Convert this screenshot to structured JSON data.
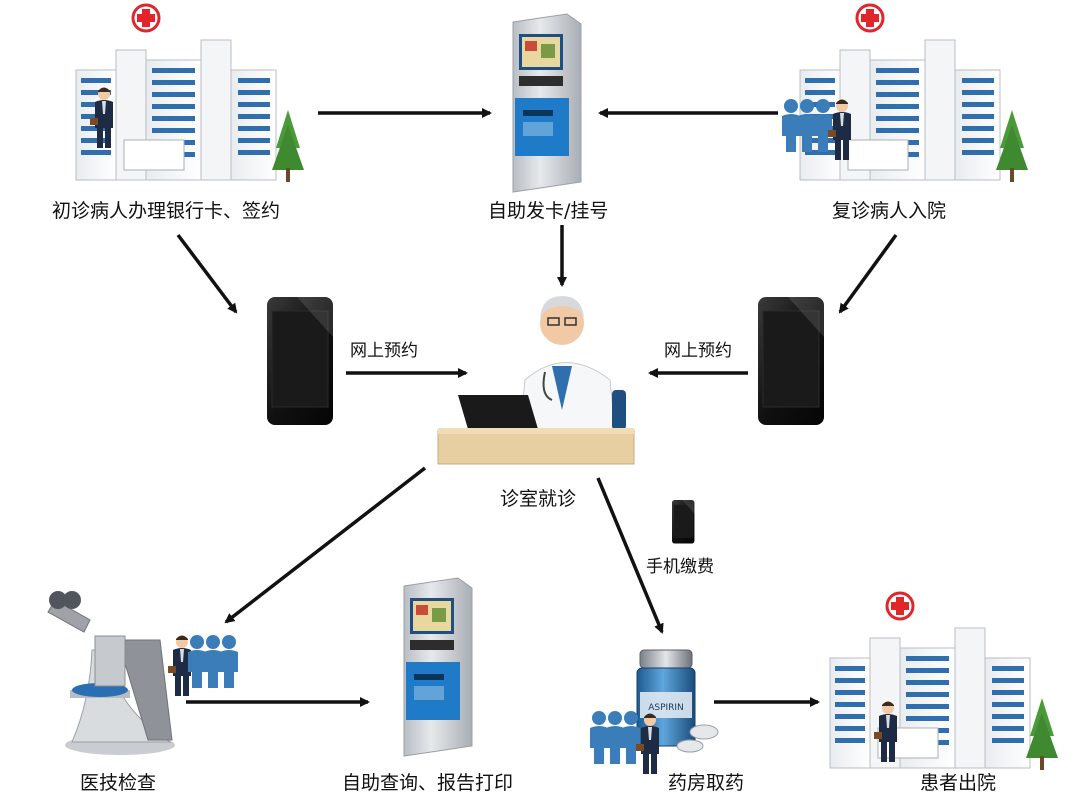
{
  "nodes": {
    "first_visit": "初诊病人办理银行卡、签约",
    "self_service_card": "自助发卡/挂号",
    "revisit": "复诊病人入院",
    "consultation": "诊室就诊",
    "medical_exam": "医技检查",
    "self_query_print": "自助查询、报告打印",
    "pharmacy": "药房取药",
    "discharge": "患者出院"
  },
  "edges": {
    "online_booking_left": "网上预约",
    "online_booking_right": "网上预约",
    "mobile_payment": "手机缴费"
  },
  "medicine_label": "ASPIRIN",
  "colors": {
    "building_stripe": "#2f6fb0",
    "cross_red": "#e0262b",
    "crowd_blue": "#3a7db8",
    "arrow": "#111111",
    "desk": "#e7cfa2",
    "kiosk_body": "#cfd3d8",
    "kiosk_blue": "#1f7bc8"
  }
}
